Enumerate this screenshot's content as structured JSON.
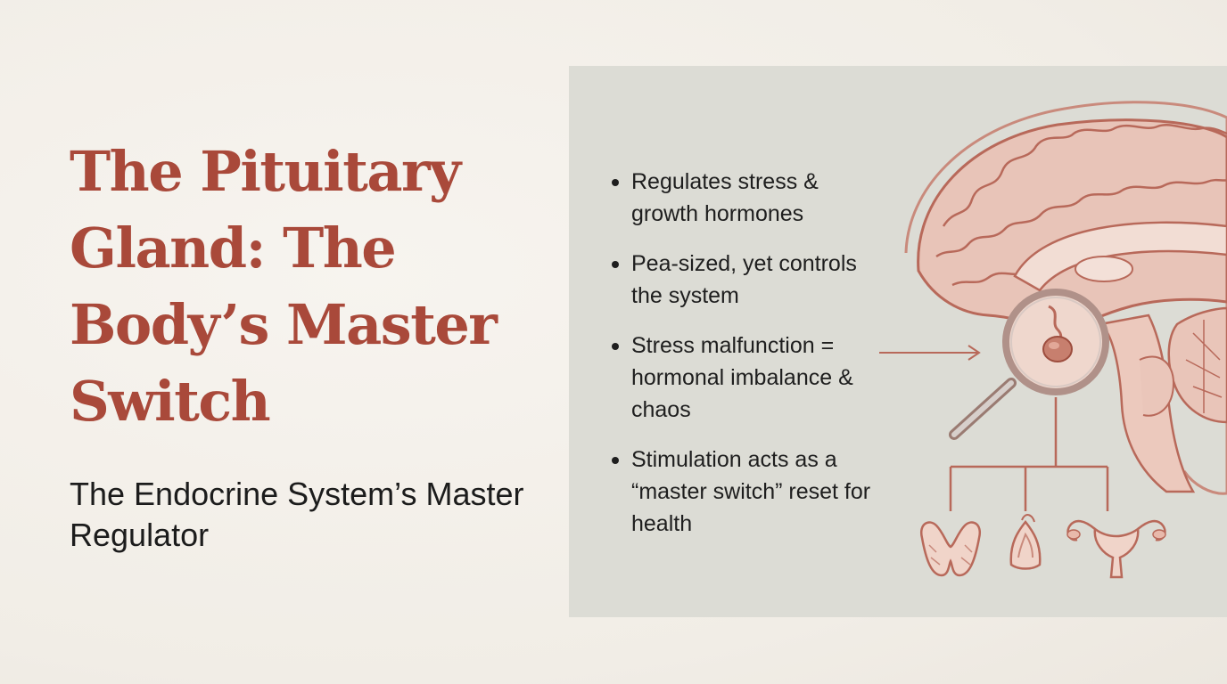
{
  "title": "The Pituitary Gland: The Body’s Master Switch",
  "subtitle": "The Endocrine System’s Master Regulator",
  "bullets": [
    "Regulates stress & growth hormones",
    "Pea-sized, yet controls the system",
    "Stress malfunction = hormonal imbalance & chaos",
    "Stimulation acts as a “master switch” reset for health"
  ],
  "colors": {
    "background": "#f3efe9",
    "title": "#a9493a",
    "panel": "#dcdcd5",
    "illustration_stroke": "#b8695a",
    "illustration_fill": "#e8c4b8"
  },
  "illustration": {
    "icons": [
      "brain-sagittal-icon",
      "magnifier-icon",
      "thyroid-icon",
      "adrenal-icon",
      "uterus-ovaries-icon",
      "arrow-icon"
    ]
  }
}
